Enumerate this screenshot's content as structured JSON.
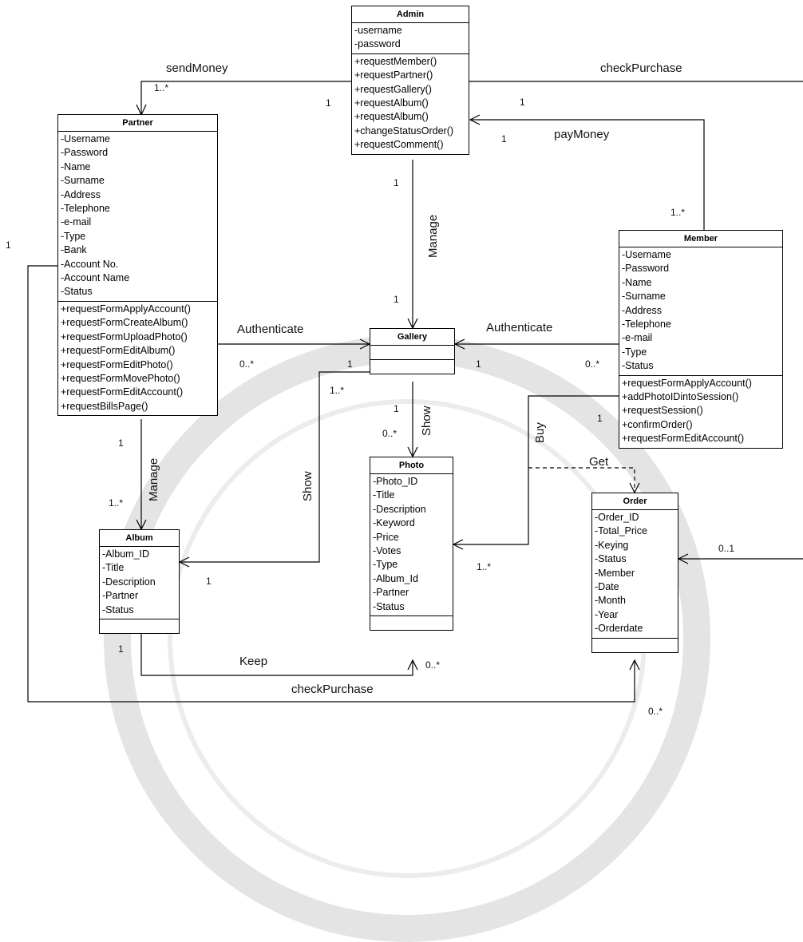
{
  "classes": {
    "admin": {
      "name": "Admin",
      "attributes": [
        "-username",
        "-password"
      ],
      "operations": [
        "+requestMember()",
        "+requestPartner()",
        "+requestGallery()",
        "+requestAlbum()",
        "+requestAlbum()",
        "+changeStatusOrder()",
        "+requestComment()"
      ]
    },
    "partner": {
      "name": "Partner",
      "attributes": [
        "-Username",
        "-Password",
        "-Name",
        "-Surname",
        "-Address",
        "-Telephone",
        "-e-mail",
        "-Type",
        "-Bank",
        "-Account No.",
        "-Account Name",
        "-Status"
      ],
      "operations": [
        "+requestFormApplyAccount()",
        "+requestFormCreateAlbum()",
        "+requestFormUploadPhoto()",
        "+requestFormEditAlbum()",
        "+requestFormEditPhoto()",
        "+requestFormMovePhoto()",
        "+requestFormEditAccount()",
        "+requestBillsPage()"
      ]
    },
    "member": {
      "name": "Member",
      "attributes": [
        "-Username",
        "-Password",
        "-Name",
        "-Surname",
        "-Address",
        "-Telephone",
        "-e-mail",
        "-Type",
        "-Status"
      ],
      "operations": [
        "+requestFormApplyAccount()",
        "+addPhotoIDintoSession()",
        "+requestSession()",
        "+confirmOrder()",
        "+requestFormEditAccount()"
      ]
    },
    "gallery": {
      "name": "Gallery",
      "attributes": [],
      "operations": []
    },
    "photo": {
      "name": "Photo",
      "attributes": [
        "-Photo_ID",
        "-Title",
        "-Description",
        "-Keyword",
        "-Price",
        "-Votes",
        "-Type",
        "-Album_Id",
        "-Partner",
        "-Status"
      ],
      "operations": []
    },
    "album": {
      "name": "Album",
      "attributes": [
        "-Album_ID",
        "-Title",
        "-Description",
        "-Partner",
        "-Status"
      ],
      "operations": []
    },
    "order": {
      "name": "Order",
      "attributes": [
        "-Order_ID",
        "-Total_Price",
        "-Keying",
        "-Status",
        "-Member",
        "-Date",
        "-Month",
        "-Year",
        "-Orderdate"
      ],
      "operations": []
    }
  },
  "relations": {
    "send_money": "sendMoney",
    "check_purchase_top": "checkPurchase",
    "pay_money": "payMoney",
    "manage_gallery": "Manage",
    "authenticate_partner": "Authenticate",
    "authenticate_member": "Authenticate",
    "show_gallery_photo": "Show",
    "show_gallery_album": "Show",
    "manage_album": "Manage",
    "buy": "Buy",
    "get": "Get",
    "keep": "Keep",
    "check_purchase_bottom": "checkPurchase"
  },
  "multiplicities": {
    "send_money_partner": "1..*",
    "send_money_admin": "1",
    "check_purchase_admin": "1",
    "pay_money_admin": "1",
    "pay_money_member": "1..*",
    "left_edge": "1",
    "manage_admin": "1",
    "manage_gallery": "1",
    "auth_partner": "0..*",
    "auth_gallery_left": "1",
    "auth_gallery_right": "1",
    "auth_member": "0..*",
    "show_album_gallery": "1..*",
    "show_photo_gallery": "1",
    "show_photo": "0..*",
    "manage_album_partner": "1",
    "manage_album_album": "1..*",
    "buy_member": "1",
    "buy_photo": "1..*",
    "show_album": "1",
    "keep_album": "1",
    "keep_photo": "0..*",
    "order_right": "0..1",
    "order_bottom": "0..*"
  }
}
